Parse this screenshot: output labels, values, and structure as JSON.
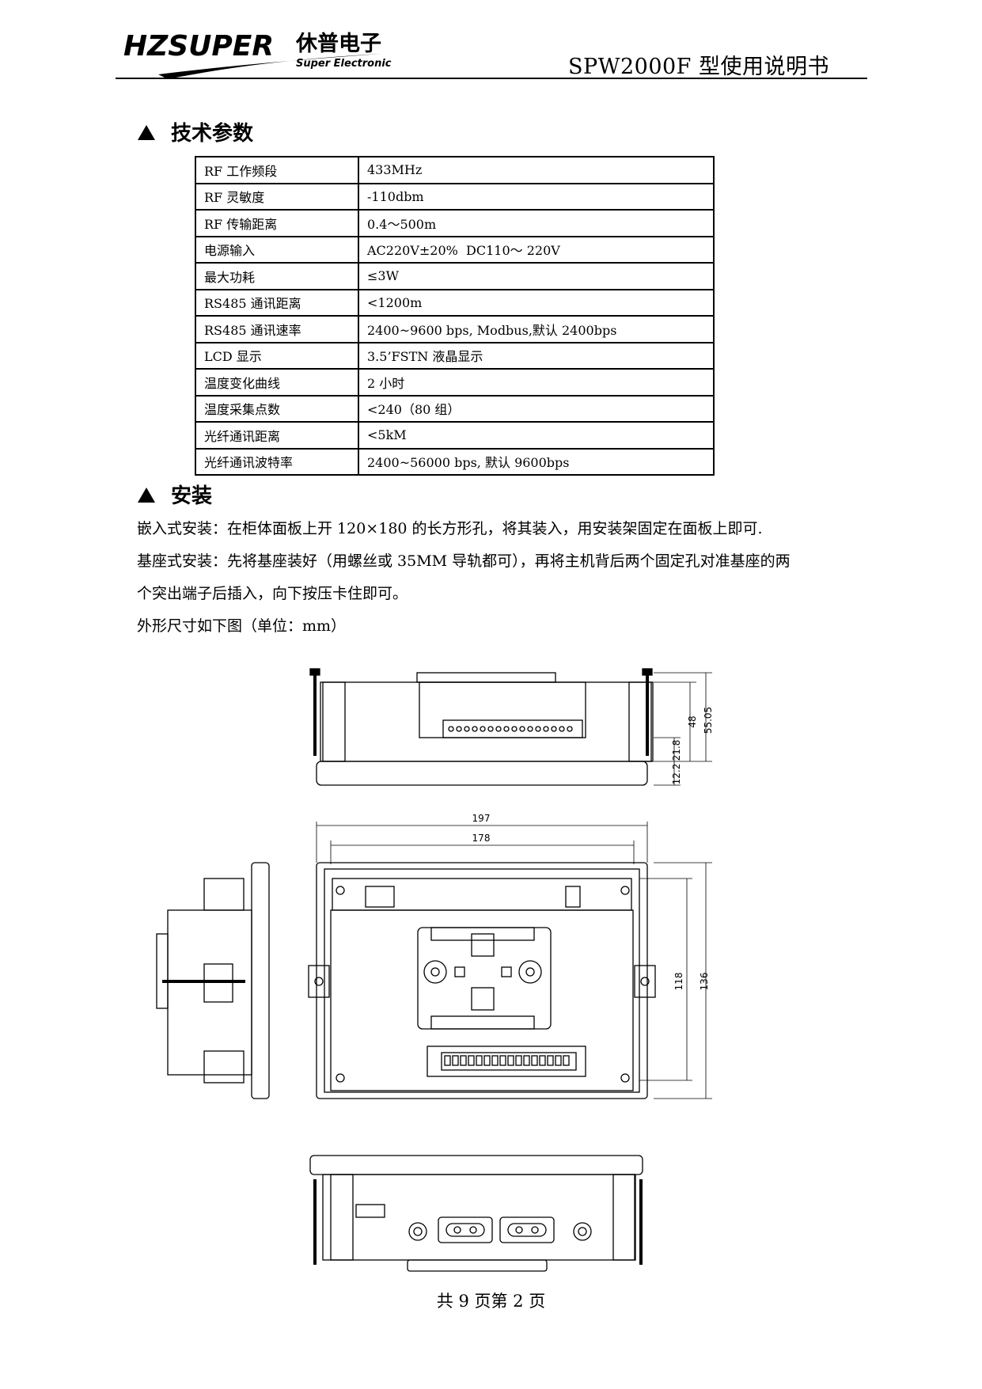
{
  "header": {
    "logo_brand": "HZSUPER",
    "logo_cn": "休普电子",
    "logo_en": "Super Electronic",
    "doc_title": "SPW2000F 型使用说明书"
  },
  "sections": {
    "spec_heading": "技术参数",
    "install_heading": "安装"
  },
  "spec_rows": [
    {
      "k": "RF 工作频段",
      "v": "433MHz"
    },
    {
      "k": "RF 灵敏度",
      "v": "-110dbm"
    },
    {
      "k": "RF 传输距离",
      "v": "0.4～500m"
    },
    {
      "k": "电源输入",
      "v": "AC220V±20%  DC110～ 220V"
    },
    {
      "k": "最大功耗",
      "v": "≤3W"
    },
    {
      "k": "RS485 通讯距离",
      "v": "<1200m"
    },
    {
      "k": "RS485 通讯速率",
      "v": "2400~9600 bps, Modbus,默认 2400bps"
    },
    {
      "k": "LCD 显示",
      "v": "3.5’FSTN 液晶显示"
    },
    {
      "k": "温度变化曲线",
      "v": "2 小时"
    },
    {
      "k": "温度采集点数",
      "v": "<240（80 组）"
    },
    {
      "k": "光纤通讯距离",
      "v": "<5kM"
    },
    {
      "k": "光纤通讯波特率",
      "v": "2400~56000 bps, 默认 9600bps"
    }
  ],
  "install": {
    "p1": "嵌入式安装：在柜体面板上开 120×180 的长方形孔，将其装入，用安装架固定在面板上即可.",
    "p2": "基座式安装：先将基座装好（用螺丝或 35MM 导轨都可），再将主机背后两个固定孔对准基座的两",
    "p3": "个突出端子后插入，向下按压卡住即可。",
    "p4": "外形尺寸如下图（单位：mm）"
  },
  "dimensions": {
    "d_55_05": "55.05",
    "d_48": "48",
    "d_21_8": "21.8",
    "d_12_2": "12.2",
    "d_197": "197",
    "d_178": "178",
    "d_118": "118",
    "d_136": "136"
  },
  "footer": {
    "page": "共 9 页第 2 页"
  }
}
